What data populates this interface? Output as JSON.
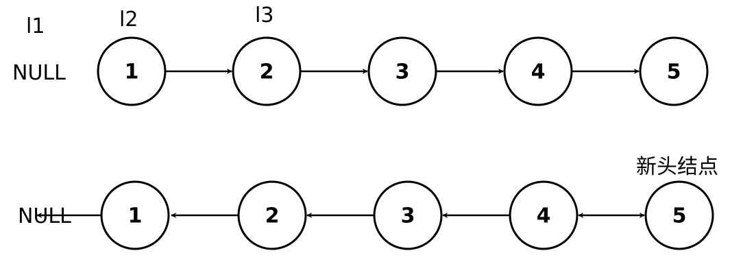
{
  "pointers": [
    "l1",
    "l2",
    "l3"
  ],
  "top_row": {
    "null_label": "NULL",
    "nodes": [
      "1",
      "2",
      "3",
      "4",
      "5"
    ]
  },
  "bottom_row": {
    "null_label": "NULL",
    "new_head_label": "新头结点",
    "nodes": [
      "1",
      "2",
      "3",
      "4",
      "5"
    ]
  }
}
